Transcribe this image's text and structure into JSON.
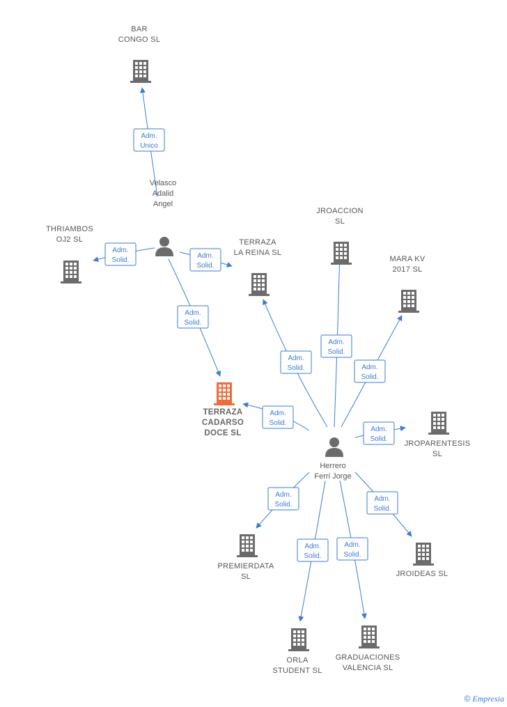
{
  "colors": {
    "edge": "#3a7bd5",
    "building": "#6b6b6b",
    "building_focus": "#f06a3c",
    "person": "#6b6b6b"
  },
  "people": [
    {
      "id": "velasco",
      "lines": [
        "Velasco",
        "Adalid",
        "Angel"
      ],
      "icon": "person-icon"
    },
    {
      "id": "herrero",
      "lines": [
        "Herrero",
        "Ferri Jorge"
      ],
      "icon": "person-icon"
    }
  ],
  "companies": [
    {
      "id": "bar_congo",
      "lines": [
        "BAR",
        "CONGO  SL"
      ],
      "icon": "building-icon"
    },
    {
      "id": "thriambos",
      "lines": [
        "THRIAMBOS",
        "OJ2  SL"
      ],
      "icon": "building-icon"
    },
    {
      "id": "terraza_reina",
      "lines": [
        "TERRAZA",
        "LA REINA  SL"
      ],
      "icon": "building-icon"
    },
    {
      "id": "jroaccion",
      "lines": [
        "JROACCION",
        "SL"
      ],
      "icon": "building-icon"
    },
    {
      "id": "mara",
      "lines": [
        "MARA KV",
        "2017  SL"
      ],
      "icon": "building-icon"
    },
    {
      "id": "cadarso",
      "lines": [
        "TERRAZA",
        "CADARSO",
        "DOCE  SL"
      ],
      "icon": "building-icon",
      "focus": true
    },
    {
      "id": "jroparentesis",
      "lines": [
        "JROPARENTESIS",
        "SL"
      ],
      "icon": "building-icon"
    },
    {
      "id": "premierdata",
      "lines": [
        "PREMIERDATA",
        "SL"
      ],
      "icon": "building-icon"
    },
    {
      "id": "jroideas",
      "lines": [
        "JROIDEAS  SL"
      ],
      "icon": "building-icon"
    },
    {
      "id": "orla",
      "lines": [
        "ORLA",
        "STUDENT  SL"
      ],
      "icon": "building-icon"
    },
    {
      "id": "graduaciones",
      "lines": [
        "GRADUACIONES",
        "VALENCIA  SL"
      ],
      "icon": "building-icon"
    }
  ],
  "edges": [
    {
      "from": "velasco",
      "to": "bar_congo",
      "label": [
        "Adm.",
        "Unico"
      ]
    },
    {
      "from": "velasco",
      "to": "thriambos",
      "label": [
        "Adm.",
        "Solid."
      ]
    },
    {
      "from": "velasco",
      "to": "terraza_reina",
      "label": [
        "Adm.",
        "Solid."
      ]
    },
    {
      "from": "velasco",
      "to": "cadarso",
      "label": [
        "Adm.",
        "Solid."
      ]
    },
    {
      "from": "herrero",
      "to": "terraza_reina",
      "label": [
        "Adm.",
        "Solid."
      ]
    },
    {
      "from": "herrero",
      "to": "jroaccion",
      "label": [
        "Adm.",
        "Solid."
      ]
    },
    {
      "from": "herrero",
      "to": "mara",
      "label": [
        "Adm.",
        "Solid."
      ]
    },
    {
      "from": "herrero",
      "to": "cadarso",
      "label": [
        "Adm.",
        "Solid."
      ]
    },
    {
      "from": "herrero",
      "to": "jroparentesis",
      "label": [
        "Adm.",
        "Solid."
      ]
    },
    {
      "from": "herrero",
      "to": "premierdata",
      "label": [
        "Adm.",
        "Solid."
      ]
    },
    {
      "from": "herrero",
      "to": "jroideas",
      "label": [
        "Adm.",
        "Solid."
      ]
    },
    {
      "from": "herrero",
      "to": "orla",
      "label": [
        "Adm.",
        "Solid."
      ]
    },
    {
      "from": "herrero",
      "to": "graduaciones",
      "label": [
        "Adm.",
        "Solid."
      ]
    }
  ],
  "brand": {
    "copyright": "©",
    "name": "mpresia",
    "initial": "E"
  }
}
